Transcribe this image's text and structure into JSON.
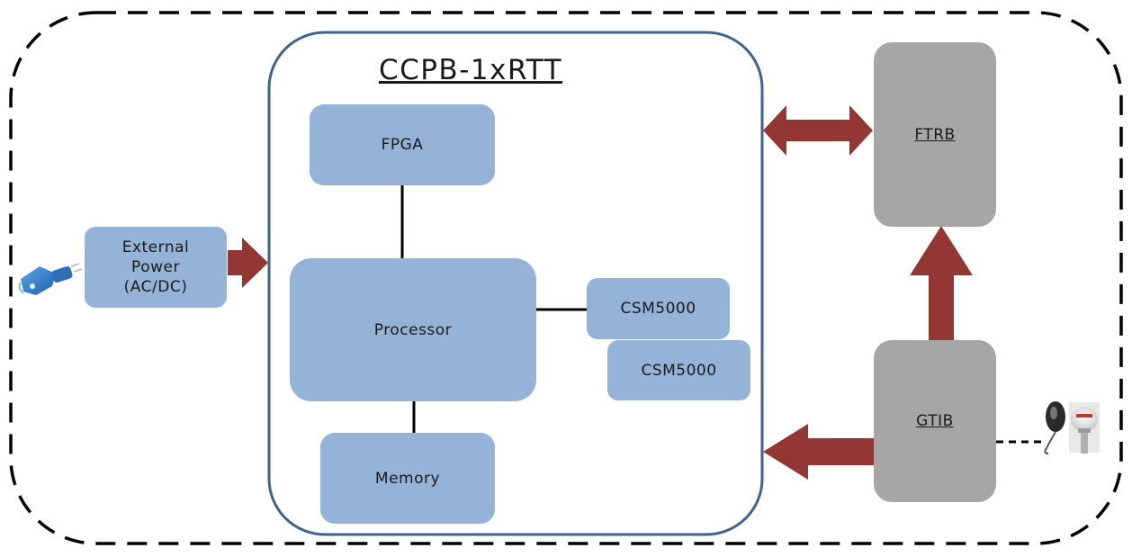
{
  "diagram": {
    "title": "CCPB-1xRTT",
    "blocks": {
      "fpga": "FPGA",
      "processor": "Processor",
      "csm1": "CSM5000",
      "csm2": "CSM5000",
      "memory": "Memory",
      "ext_power_line1": "External",
      "ext_power_line2": "Power",
      "ext_power_line3": "(AC/DC)",
      "ftrb": "FTRB",
      "gtib": "GTIB"
    },
    "colors": {
      "block_blue": "#95b3d7",
      "block_gray": "#a6a6a6",
      "arrow": "#943634",
      "container_border": "#3f6391",
      "dashed_border": "#000000"
    },
    "icons": {
      "power_plug": "power-plug-icon",
      "gps_antenna": "gps-antenna-icon"
    }
  }
}
